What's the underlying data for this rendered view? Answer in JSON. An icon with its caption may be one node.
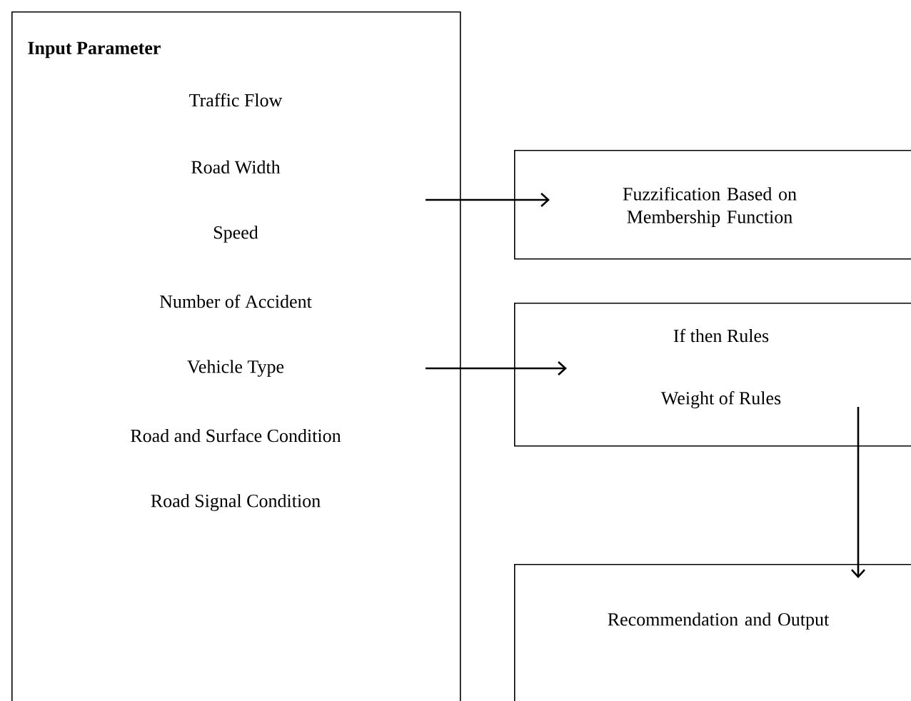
{
  "diagram": {
    "nodes": [
      {
        "text": [
          "Input Parameter",
          "Traffic Flow",
          "Road Width",
          "Speed",
          "Number of Accident",
          "Vehicle Type",
          "Road and Surface Condition",
          "Road Signal Condition"
        ]
      },
      {
        "text": [
          "Fuzzification Based on Membership Function"
        ]
      },
      {
        "text": [
          "If then Rules",
          "Weight of Rules"
        ]
      },
      {
        "text": [
          "Recommendation and Output"
        ]
      }
    ],
    "edges": [
      {
        "from": 0,
        "to": 1,
        "arrow": "to"
      },
      {
        "from": 0,
        "to": 2,
        "arrow": "to"
      },
      {
        "from": 2,
        "to": 3,
        "arrow": "to"
      }
    ]
  }
}
